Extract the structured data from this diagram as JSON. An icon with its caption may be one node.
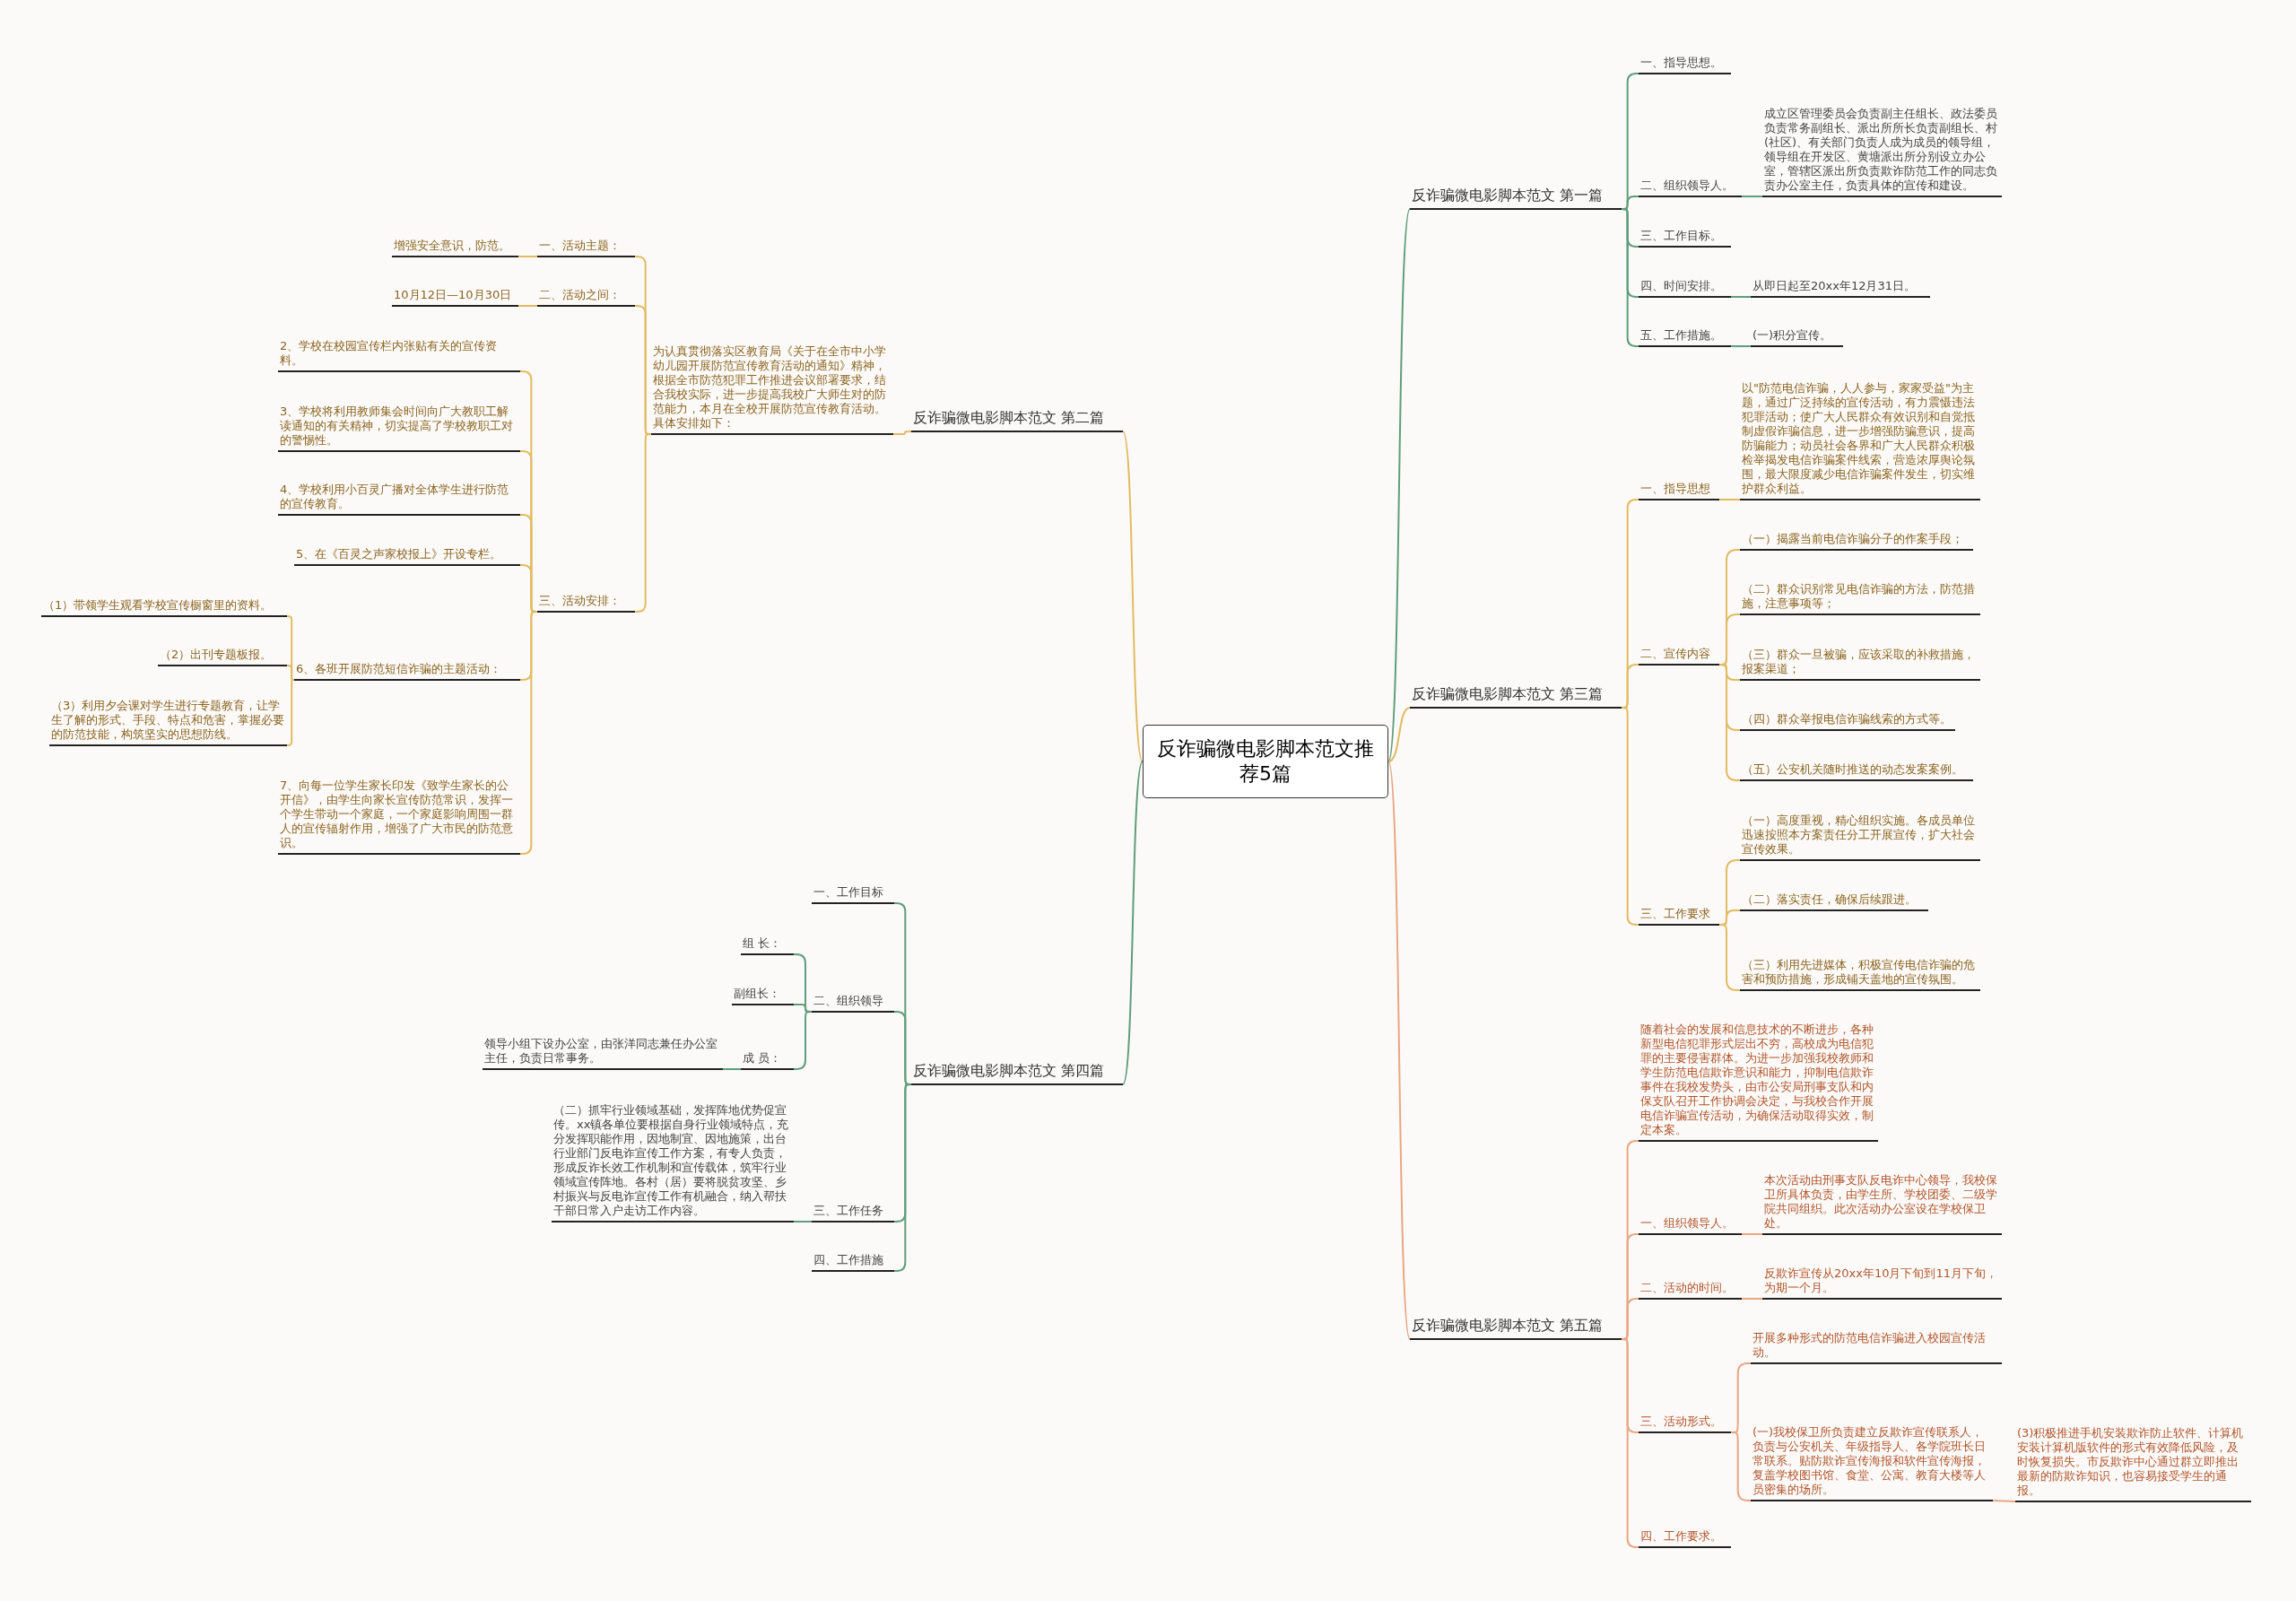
{
  "diagram": {
    "nodes": [
      {
        "text": [
          "反诈骗微电影脚本范文推荐5篇"
        ]
      },
      {
        "text": [
          "反诈骗微电影脚本范文 第一篇"
        ]
      },
      {
        "text": [
          "一、指导思想。"
        ]
      },
      {
        "text": [
          "二、组织领导人。"
        ]
      },
      {
        "text": [
          "成立区管理委员会负责副主任组长、政法委员负责常务副组长、派出所所长负责副组长、村(社区)、有关部门负责人成为成员的领导组，领导组在开发区、黄塘派出所分别设立办公室，管辖区派出所负责欺诈防范工作的同志负责办公室主任，负责具体的宣传和建设。"
        ]
      },
      {
        "text": [
          "三、工作目标。"
        ]
      },
      {
        "text": [
          "四、时间安排。"
        ]
      },
      {
        "text": [
          "从即日起至20xx年12月31日。"
        ]
      },
      {
        "text": [
          "五、工作措施。"
        ]
      },
      {
        "text": [
          "(一)积分宣传。"
        ]
      },
      {
        "text": [
          "反诈骗微电影脚本范文 第三篇"
        ]
      },
      {
        "text": [
          "一、指导思想"
        ]
      },
      {
        "text": [
          "以\"防范电信诈骗，人人参与，家家受益\"为主题，通过广泛持续的宣传活动，有力震慑违法犯罪活动；使广大人民群众有效识别和自觉抵制虚假诈骗信息，进一步增强防骗意识，提高防骗能力；动员社会各界和广大人民群众积极检举揭发电信诈骗案件线索，营造浓厚舆论氛围，最大限度减少电信诈骗案件发生，切实维护群众利益。"
        ]
      },
      {
        "text": [
          "二、宣传内容"
        ]
      },
      {
        "text": [
          "（一）揭露当前电信诈骗分子的作案手段；"
        ]
      },
      {
        "text": [
          "（二）群众识别常见电信诈骗的方法，防范措施，注意事项等；"
        ]
      },
      {
        "text": [
          "（三）群众一旦被骗，应该采取的补救措施，报案渠道；"
        ]
      },
      {
        "text": [
          "（四）群众举报电信诈骗线索的方式等。"
        ]
      },
      {
        "text": [
          "（五）公安机关随时推送的动态发案案例。"
        ]
      },
      {
        "text": [
          "三、工作要求"
        ]
      },
      {
        "text": [
          "（一）高度重视，精心组织实施。各成员单位迅速按照本方案责任分工开展宣传，扩大社会宣传效果。"
        ]
      },
      {
        "text": [
          "（二）落实责任，确保后续跟进。"
        ]
      },
      {
        "text": [
          "（三）利用先进媒体，积极宣传电信诈骗的危害和预防措施，形成铺天盖地的宣传氛围。"
        ]
      },
      {
        "text": [
          "反诈骗微电影脚本范文 第五篇"
        ]
      },
      {
        "text": [
          "随着社会的发展和信息技术的不断进步，各种新型电信犯罪形式层出不穷，高校成为电信犯罪的主要侵害群体。为进一步加强我校教师和学生防范电信欺诈意识和能力，抑制电信欺诈事件在我校发势头，由市公安局刑事支队和内保支队召开工作协调会决定，与我校合作开展电信诈骗宣传活动，为确保活动取得实效，制定本案。"
        ]
      },
      {
        "text": [
          "一、组织领导人。"
        ]
      },
      {
        "text": [
          "本次活动由刑事支队反电诈中心领导，我校保卫所具体负责，由学生所、学校团委、二级学院共同组织。此次活动办公室设在学校保卫处。"
        ]
      },
      {
        "text": [
          "二、活动的时间。"
        ]
      },
      {
        "text": [
          "反欺诈宣传从20xx年10月下旬到11月下旬，为期一个月。"
        ]
      },
      {
        "text": [
          "三、活动形式。"
        ]
      },
      {
        "text": [
          "开展多种形式的防范电信诈骗进入校园宣传活动。"
        ]
      },
      {
        "text": [
          "(一)我校保卫所负责建立反欺诈宣传联系人，负责与公安机关、年级指导人、各学院班长日常联系。贴防欺诈宣传海报和软件宣传海报，复盖学校图书馆、食堂、公寓、教育大楼等人员密集的场所。"
        ]
      },
      {
        "text": [
          "(3)积极推进手机安装欺诈防止软件、计算机安装计算机版软件的形式有效降低风险，及时恢复损失。市反欺诈中心通过群立即推出最新的防欺诈知识，也容易接受学生的通报。"
        ]
      },
      {
        "text": [
          "四、工作要求。"
        ]
      },
      {
        "text": [
          "反诈骗微电影脚本范文 第二篇"
        ]
      },
      {
        "text": [
          "为认真贯彻落实区教育局《关于在全市中小学幼儿园开展防范宣传教育活动的通知》精神，根据全市防范犯罪工作推进会议部署要求，结合我校实际，进一步提高我校广大师生对的防范能力，本月在全校开展防范宣传教育活动。具体安排如下："
        ]
      },
      {
        "text": [
          "一、活动主题："
        ]
      },
      {
        "text": [
          "增强安全意识，防范。"
        ]
      },
      {
        "text": [
          "二、活动之间："
        ]
      },
      {
        "text": [
          "10月12日—10月30日"
        ]
      },
      {
        "text": [
          "三、活动安排："
        ]
      },
      {
        "text": [
          "2、学校在校园宣传栏内张贴有关的宣传资料。"
        ]
      },
      {
        "text": [
          "3、学校将利用教师集会时间向广大教职工解读通知的有关精神，切实提高了学校教职工对的警惕性。"
        ]
      },
      {
        "text": [
          "4、学校利用小百灵广播对全体学生进行防范的宣传教育。"
        ]
      },
      {
        "text": [
          "5、在《百灵之声家校报上》开设专栏。"
        ]
      },
      {
        "text": [
          "6、各班开展防范短信诈骗的主题活动："
        ]
      },
      {
        "text": [
          "（1）带领学生观看学校宣传橱窗里的资料。"
        ]
      },
      {
        "text": [
          "（2）出刊专题板报。"
        ]
      },
      {
        "text": [
          "（3）利用夕会课对学生进行专题教育，让学生了解的形式、手段、特点和危害，掌握必要的防范技能，构筑坚实的思想防线。"
        ]
      },
      {
        "text": [
          "7、向每一位学生家长印发《致学生家长的公开信》，由学生向家长宣传防范常识，发挥一个学生带动一个家庭，一个家庭影响周围一群人的宣传辐射作用，增强了广大市民的防范意识。"
        ]
      },
      {
        "text": [
          "反诈骗微电影脚本范文 第四篇"
        ]
      },
      {
        "text": [
          "一、工作目标"
        ]
      },
      {
        "text": [
          "二、组织领导"
        ]
      },
      {
        "text": [
          "组 长："
        ]
      },
      {
        "text": [
          "副组长："
        ]
      },
      {
        "text": [
          "成 员："
        ]
      },
      {
        "text": [
          "领导小组下设办公室，由张洋同志兼任办公室主任，负责日常事务。"
        ]
      },
      {
        "text": [
          "三、工作任务"
        ]
      },
      {
        "text": [
          "（二）抓牢行业领域基础，发挥阵地优势促宣传。xx镇各单位要根据自身行业领域特点，充分发挥职能作用，因地制宜、因地施策，出台行业部门反电诈宣传工作方案，有专人负责，形成反诈长效工作机制和宣传载体，筑牢行业领域宣传阵地。各村（居）要将脱贫攻坚、乡村振兴与反电诈宣传工作有机融合，纳入帮扶干部日常入户走访工作内容。"
        ]
      },
      {
        "text": [
          "四、工作措施"
        ]
      }
    ],
    "edges": [
      {
        "from": 0,
        "to": 1,
        "arrow": "none",
        "color": "#5f9e7a"
      },
      {
        "from": 1,
        "to": 2,
        "arrow": "none",
        "color": "#5f9e7a"
      },
      {
        "from": 1,
        "to": 3,
        "arrow": "none",
        "color": "#5f9e7a"
      },
      {
        "from": 3,
        "to": 4,
        "arrow": "none",
        "color": "#5f9e7a"
      },
      {
        "from": 1,
        "to": 5,
        "arrow": "none",
        "color": "#5f9e7a"
      },
      {
        "from": 1,
        "to": 6,
        "arrow": "none",
        "color": "#5f9e7a"
      },
      {
        "from": 6,
        "to": 7,
        "arrow": "none",
        "color": "#5f9e7a"
      },
      {
        "from": 1,
        "to": 8,
        "arrow": "none",
        "color": "#5f9e7a"
      },
      {
        "from": 8,
        "to": 9,
        "arrow": "none",
        "color": "#5f9e7a"
      },
      {
        "from": 0,
        "to": 10,
        "arrow": "none"
      },
      {
        "from": 10,
        "to": 11,
        "arrow": "none"
      },
      {
        "from": 11,
        "to": 12,
        "arrow": "none"
      },
      {
        "from": 10,
        "to": 13,
        "arrow": "none"
      },
      {
        "from": 13,
        "to": 14,
        "arrow": "none"
      },
      {
        "from": 13,
        "to": 15,
        "arrow": "none"
      },
      {
        "from": 13,
        "to": 16,
        "arrow": "none"
      },
      {
        "from": 13,
        "to": 17,
        "arrow": "none"
      },
      {
        "from": 13,
        "to": 18,
        "arrow": "none"
      },
      {
        "from": 10,
        "to": 19,
        "arrow": "none"
      },
      {
        "from": 19,
        "to": 20,
        "arrow": "none"
      },
      {
        "from": 19,
        "to": 21,
        "arrow": "none"
      },
      {
        "from": 19,
        "to": 22,
        "arrow": "none"
      },
      {
        "from": 0,
        "to": 23,
        "arrow": "none",
        "color": "#e9a684"
      },
      {
        "from": 23,
        "to": 24,
        "arrow": "none",
        "color": "#e9a684"
      },
      {
        "from": 23,
        "to": 25,
        "arrow": "none",
        "color": "#e9a684"
      },
      {
        "from": 25,
        "to": 26,
        "arrow": "none",
        "color": "#e9a684"
      },
      {
        "from": 23,
        "to": 27,
        "arrow": "none",
        "color": "#e9a684"
      },
      {
        "from": 27,
        "to": 28,
        "arrow": "none",
        "color": "#e9a684"
      },
      {
        "from": 23,
        "to": 29,
        "arrow": "none",
        "color": "#e9a684"
      },
      {
        "from": 29,
        "to": 30,
        "arrow": "none",
        "color": "#e9a684"
      },
      {
        "from": 29,
        "to": 31,
        "arrow": "none",
        "color": "#e9a684"
      },
      {
        "from": 31,
        "to": 32,
        "arrow": "none",
        "color": "#e9a684"
      },
      {
        "from": 23,
        "to": 33,
        "arrow": "none",
        "color": "#e9a684"
      },
      {
        "from": 0,
        "to": 34,
        "arrow": "none"
      },
      {
        "from": 34,
        "to": 35,
        "arrow": "none"
      },
      {
        "from": 35,
        "to": 36,
        "arrow": "none"
      },
      {
        "from": 36,
        "to": 37,
        "arrow": "none"
      },
      {
        "from": 35,
        "to": 38,
        "arrow": "none"
      },
      {
        "from": 38,
        "to": 39,
        "arrow": "none"
      },
      {
        "from": 35,
        "to": 40,
        "arrow": "none"
      },
      {
        "from": 40,
        "to": 41,
        "arrow": "none"
      },
      {
        "from": 40,
        "to": 42,
        "arrow": "none"
      },
      {
        "from": 40,
        "to": 43,
        "arrow": "none"
      },
      {
        "from": 40,
        "to": 44,
        "arrow": "none"
      },
      {
        "from": 40,
        "to": 45,
        "arrow": "none"
      },
      {
        "from": 45,
        "to": 46,
        "arrow": "none"
      },
      {
        "from": 45,
        "to": 47,
        "arrow": "none"
      },
      {
        "from": 45,
        "to": 48,
        "arrow": "none"
      },
      {
        "from": 40,
        "to": 49,
        "arrow": "none"
      },
      {
        "from": 0,
        "to": 50,
        "arrow": "none",
        "color": "#5f9e7a"
      },
      {
        "from": 50,
        "to": 51,
        "arrow": "none",
        "color": "#5f9e7a"
      },
      {
        "from": 50,
        "to": 52,
        "arrow": "none",
        "color": "#5f9e7a"
      },
      {
        "from": 52,
        "to": 53,
        "arrow": "none",
        "color": "#5f9e7a"
      },
      {
        "from": 52,
        "to": 54,
        "arrow": "none",
        "color": "#5f9e7a"
      },
      {
        "from": 52,
        "to": 55,
        "arrow": "none",
        "color": "#5f9e7a"
      },
      {
        "from": 55,
        "to": 56,
        "arrow": "none",
        "color": "#5f9e7a"
      },
      {
        "from": 50,
        "to": 57,
        "arrow": "none",
        "color": "#5f9e7a"
      },
      {
        "from": 57,
        "to": 58,
        "arrow": "none",
        "color": "#5f9e7a"
      },
      {
        "from": 50,
        "to": 59,
        "arrow": "none",
        "color": "#5f9e7a"
      }
    ]
  }
}
